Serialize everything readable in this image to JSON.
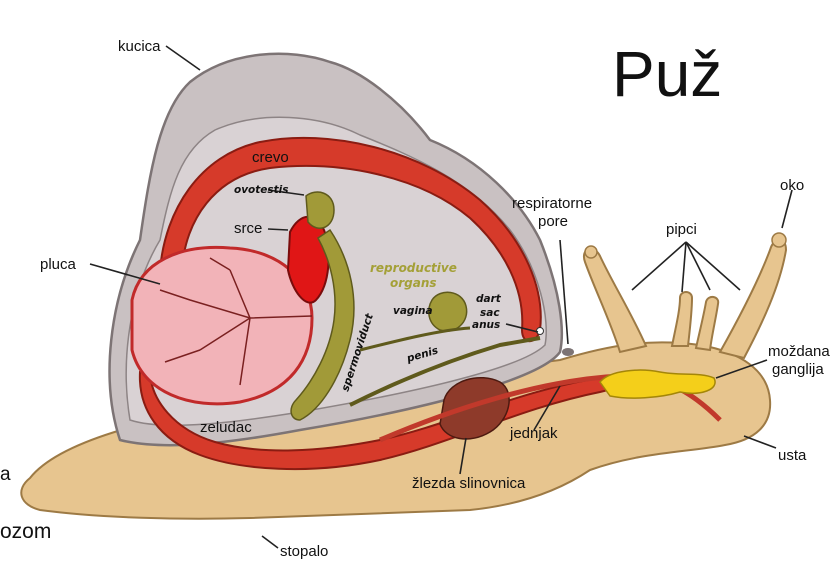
{
  "title": "Puž",
  "labels": {
    "kucica": "kucica",
    "crevo": "crevo",
    "ovotestis": "ovotestis",
    "srce": "srce",
    "pluca": "pluca",
    "respiratorne_pore": [
      "respiratorne",
      "pore"
    ],
    "pipci": "pipci",
    "oko": "oko",
    "reproductive_organs": [
      "reproductive",
      "organs"
    ],
    "vagina": "vagina",
    "dart_sac": [
      "dart",
      "sac"
    ],
    "anus": "anus",
    "spermoviduct": "spermoviduct",
    "penis": "penis",
    "mozdana_ganglija": [
      "moždana",
      "ganglija"
    ],
    "zeludac": "zeludac",
    "jednjak": "jednjak",
    "usta": "usta",
    "zlezda_slinovnica": "žlezda slinovnica",
    "stopalo": "stopalo",
    "edge_fragment_1": "a",
    "edge_fragment_2": "ozom"
  },
  "colors": {
    "shell": "#c9c1c2",
    "shell_inner": "#d9d2d4",
    "body": "#e7c58f",
    "gut": "#d63a2a",
    "lung": "#f2b3b8",
    "heart": "#e01616",
    "reproductive": "#a19a38",
    "gland": "#8e3a2a",
    "ganglion": "#f4cf1a"
  }
}
